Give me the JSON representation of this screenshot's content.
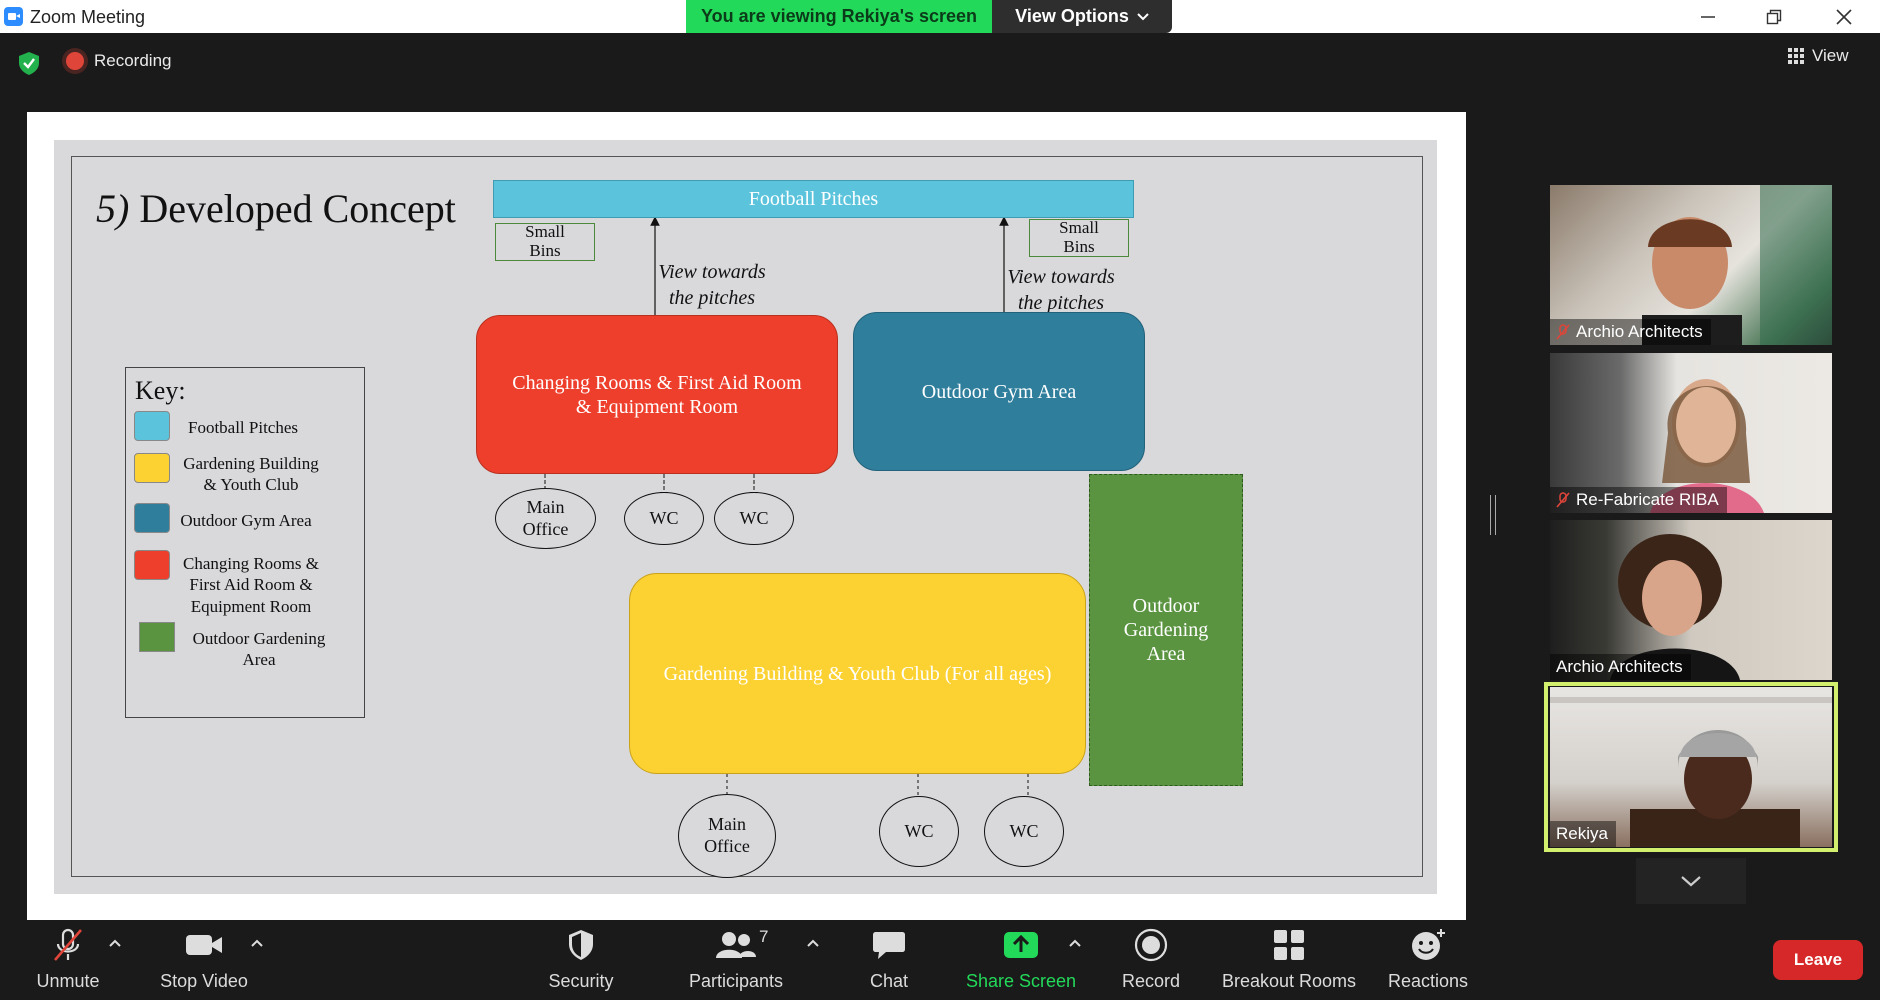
{
  "window": {
    "title": "Zoom Meeting"
  },
  "banner": {
    "viewing_text": "You are viewing Rekiya's screen",
    "view_options_label": "View Options"
  },
  "meeting": {
    "recording_label": "Recording",
    "view_label": "View"
  },
  "slide": {
    "title_number": "5)",
    "title_text": "Developed Concept",
    "football_pitches": "Football Pitches",
    "small_bins_1": "Small Bins",
    "small_bins_2": "Small Bins",
    "view_note_1a": "View towards",
    "view_note_1b": "the pitches",
    "view_note_2a": "View towards",
    "view_note_2b": "the pitches",
    "changing_rooms_a": "Changing Rooms & First Aid Room",
    "changing_rooms_b": "& Equipment Room",
    "outdoor_gym": "Outdoor Gym Area",
    "outdoor_gardening_a": "Outdoor",
    "outdoor_gardening_b": "Gardening",
    "outdoor_gardening_c": "Area",
    "gardening_building": "Gardening Building & Youth Club (For all ages)",
    "main_office_1a": "Main",
    "main_office_1b": "Office",
    "wc_1": "WC",
    "wc_2": "WC",
    "main_office_2a": "Main",
    "main_office_2b": "Office",
    "wc_3": "WC",
    "wc_4": "WC",
    "key": {
      "title": "Key:",
      "football": "Football Pitches",
      "gardening_a": "Gardening Building",
      "gardening_b": "& Youth Club",
      "gym": "Outdoor Gym Area",
      "changing_a": "Changing Rooms &",
      "changing_b": "First Aid Room &",
      "changing_c": "Equipment Room",
      "outdoor_garden_a": "Outdoor Gardening",
      "outdoor_garden_b": "Area"
    },
    "colors": {
      "cyan": "#5bc4dc",
      "red": "#ee3e2c",
      "teal": "#2f7e9c",
      "green": "#5a9440",
      "yellow": "#fcd232"
    }
  },
  "participants": [
    {
      "name": "Archio Architects",
      "muted": true
    },
    {
      "name": "Re-Fabricate RIBA",
      "muted": true
    },
    {
      "name": "Archio Architects",
      "muted": false
    },
    {
      "name": "Rekiya",
      "muted": false,
      "active_speaker": true
    }
  ],
  "toolbar": {
    "unmute": "Unmute",
    "stop_video": "Stop Video",
    "security": "Security",
    "participants": "Participants",
    "participants_count": "7",
    "chat": "Chat",
    "share_screen": "Share Screen",
    "record": "Record",
    "breakout_rooms": "Breakout Rooms",
    "reactions": "Reactions",
    "leave": "Leave"
  }
}
